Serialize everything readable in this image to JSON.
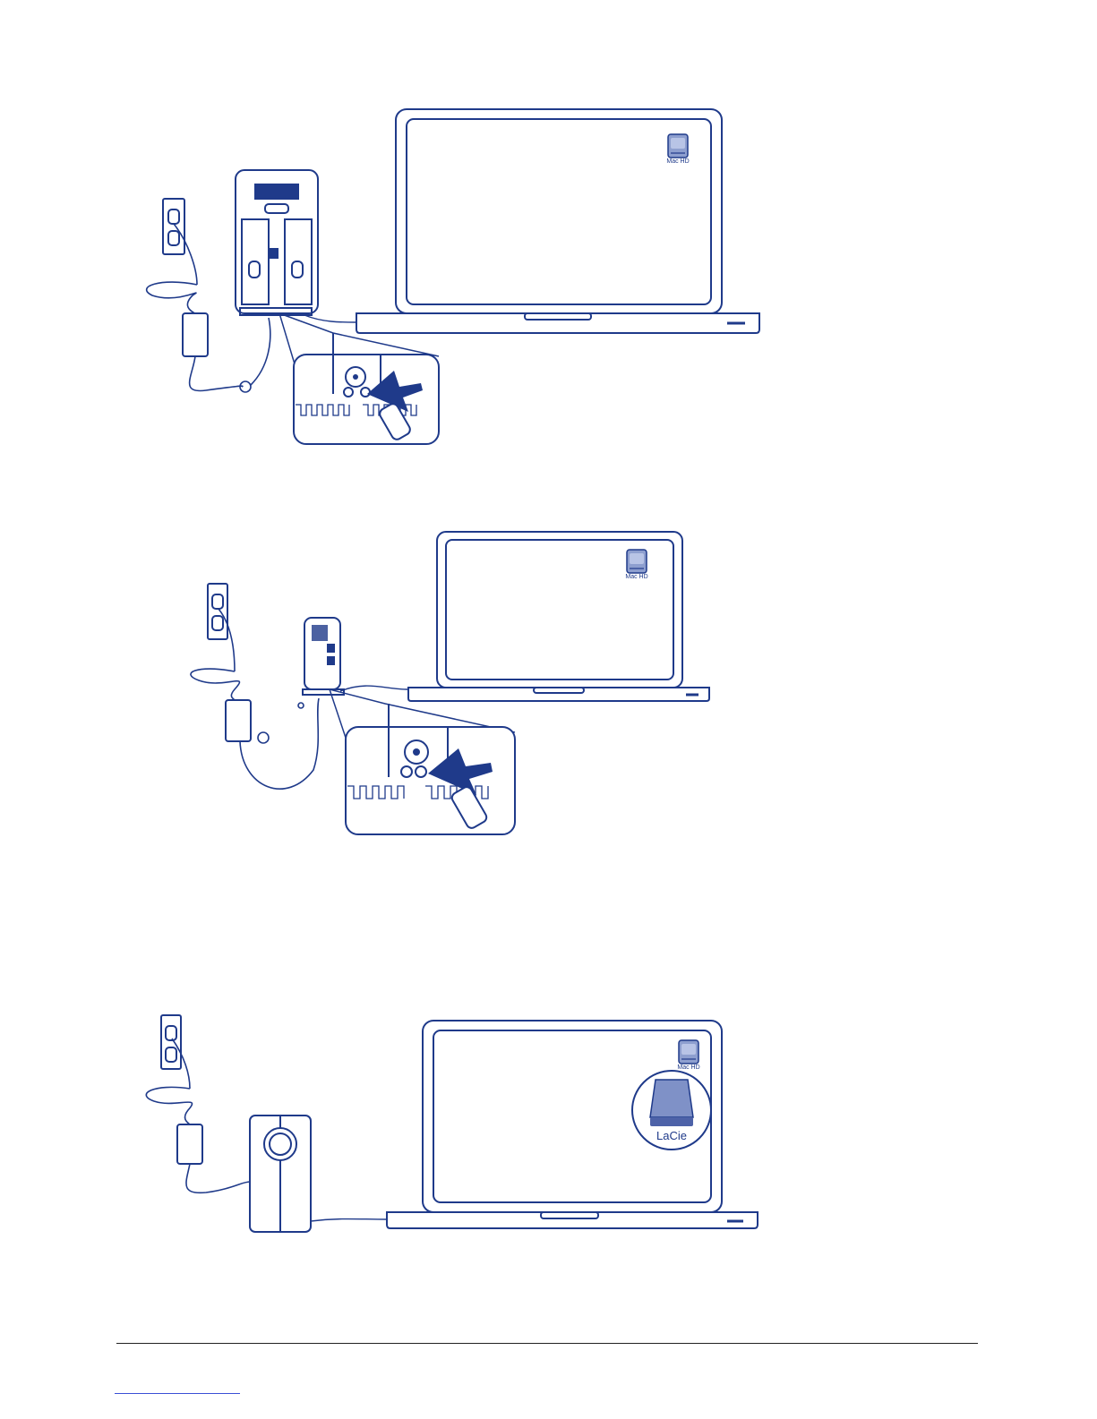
{
  "colors": {
    "line": "#1f3a8a",
    "fill": "#ffffff",
    "accent": "#1f3a8a",
    "light": "#dfe5f4"
  },
  "panels": [
    {
      "drive": "tower-back-large",
      "desktop_icons": [
        {
          "label": "Mac HD"
        }
      ]
    },
    {
      "drive": "tower-back-small",
      "desktop_icons": [
        {
          "label": "Mac HD"
        }
      ]
    },
    {
      "drive": "tower-front",
      "desktop_icons": [
        {
          "label": "Mac HD"
        },
        {
          "label": "LaCie"
        }
      ]
    }
  ],
  "icons": [
    "wall-outlet-icon",
    "power-adapter-icon",
    "hard-drive-icon",
    "arrow-icon",
    "laptop-icon"
  ]
}
